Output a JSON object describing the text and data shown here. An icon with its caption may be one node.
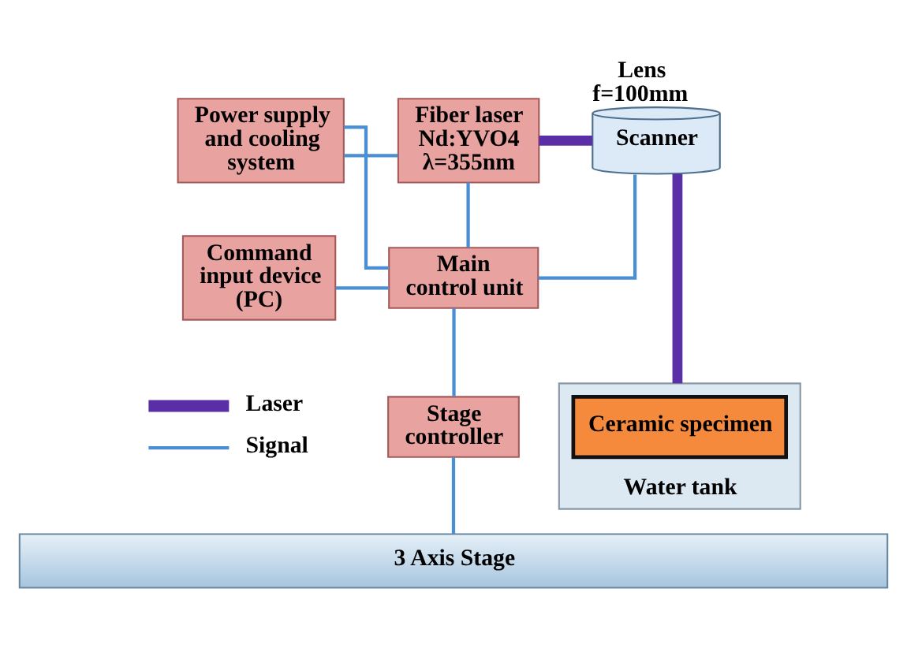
{
  "diagram": {
    "nodes": [
      {
        "text": [
          "Power supply and cooling system"
        ]
      },
      {
        "text": [
          "Fiber laser Nd:YVO4 λ=355nm"
        ]
      },
      {
        "text": [
          "Scanner"
        ],
        "beside": [
          "Lens f=100mm"
        ]
      },
      {
        "text": [
          "Command input device (PC)"
        ]
      },
      {
        "text": [
          "Main control unit"
        ]
      },
      {
        "text": [
          "Stage controller"
        ]
      },
      {
        "text": [
          "Water tank"
        ]
      },
      {
        "text": [
          "Ceramic specimen"
        ],
        "in": 6
      },
      {
        "text": [
          "3 Axis Stage"
        ]
      }
    ],
    "edges": [
      {
        "from": 0,
        "to": 1,
        "arrow": "none"
      },
      {
        "from": 1,
        "to": 2,
        "arrow": "none",
        "style": "thick",
        "color": "#5a2ea6"
      },
      {
        "from": 0,
        "to": 4,
        "arrow": "none"
      },
      {
        "from": 1,
        "to": 4,
        "arrow": "none"
      },
      {
        "from": 2,
        "to": 4,
        "arrow": "none"
      },
      {
        "from": 3,
        "to": 4,
        "arrow": "none"
      },
      {
        "from": 2,
        "to": 6,
        "arrow": "none",
        "style": "thick",
        "color": "#5a2ea6"
      },
      {
        "from": 4,
        "to": 5,
        "arrow": "none"
      },
      {
        "from": 5,
        "to": 8,
        "arrow": "none"
      }
    ],
    "legend": [
      {
        "text": "Laser"
      },
      {
        "text": "Signal"
      }
    ]
  }
}
